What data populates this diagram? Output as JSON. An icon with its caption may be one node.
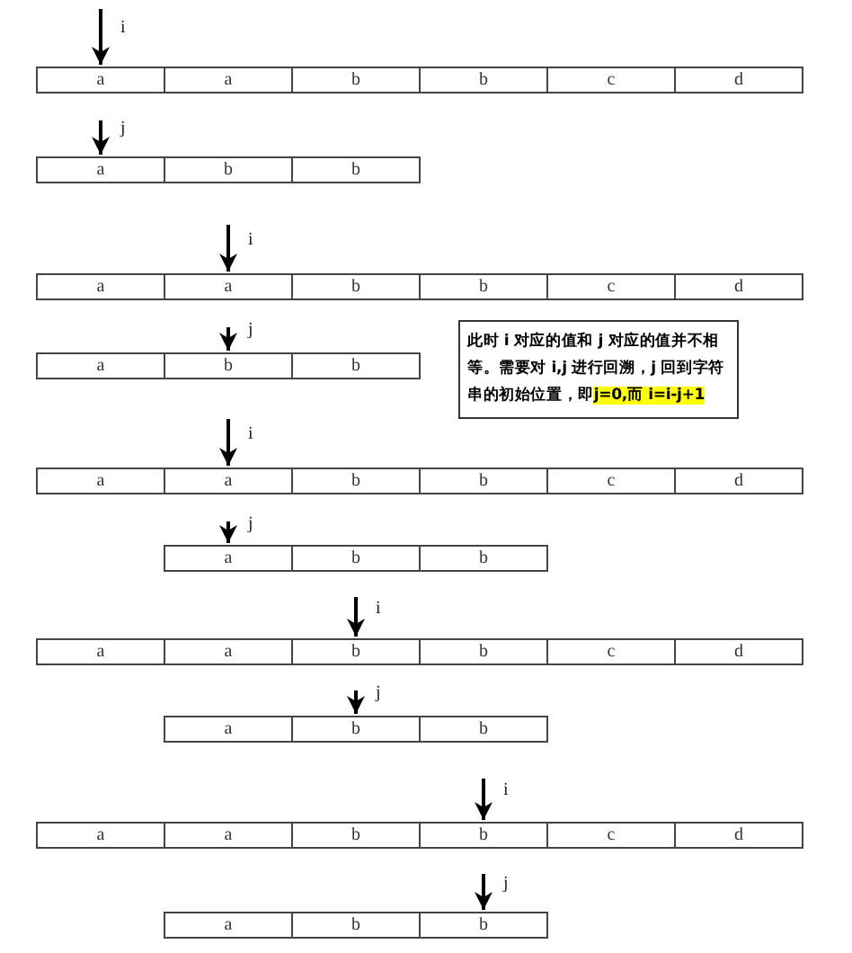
{
  "diagram": {
    "nodes": [
      {
        "text": [
          "a"
        ]
      },
      {
        "text": [
          "a"
        ]
      },
      {
        "text": [
          "b"
        ]
      },
      {
        "text": [
          "b"
        ]
      },
      {
        "text": [
          "c"
        ]
      },
      {
        "text": [
          "d"
        ]
      },
      {
        "text": [
          "a"
        ]
      },
      {
        "text": [
          "b"
        ]
      },
      {
        "text": [
          "b"
        ]
      },
      {
        "text": [
          "a"
        ]
      },
      {
        "text": [
          "a"
        ]
      },
      {
        "text": [
          "b"
        ]
      },
      {
        "text": [
          "b"
        ]
      },
      {
        "text": [
          "c"
        ]
      },
      {
        "text": [
          "d"
        ]
      },
      {
        "text": [
          "a"
        ]
      },
      {
        "text": [
          "b"
        ]
      },
      {
        "text": [
          "b"
        ]
      },
      {
        "text": [
          "a"
        ]
      },
      {
        "text": [
          "a"
        ]
      },
      {
        "text": [
          "b"
        ]
      },
      {
        "text": [
          "b"
        ]
      },
      {
        "text": [
          "c"
        ]
      },
      {
        "text": [
          "d"
        ]
      },
      {
        "text": [
          "a"
        ]
      },
      {
        "text": [
          "b"
        ]
      },
      {
        "text": [
          "b"
        ]
      },
      {
        "text": [
          "a"
        ]
      },
      {
        "text": [
          "a"
        ]
      },
      {
        "text": [
          "b"
        ]
      },
      {
        "text": [
          "b"
        ]
      },
      {
        "text": [
          "c"
        ]
      },
      {
        "text": [
          "d"
        ]
      },
      {
        "text": [
          "a"
        ]
      },
      {
        "text": [
          "b"
        ]
      },
      {
        "text": [
          "b"
        ]
      },
      {
        "text": [
          "a"
        ]
      },
      {
        "text": [
          "a"
        ]
      },
      {
        "text": [
          "b"
        ]
      },
      {
        "text": [
          "b"
        ]
      },
      {
        "text": [
          "c"
        ]
      },
      {
        "text": [
          "d"
        ]
      },
      {
        "text": [
          "a"
        ]
      },
      {
        "text": [
          "b"
        ]
      },
      {
        "text": [
          "b"
        ]
      },
      {
        "text": [
          "此时 i 对应的值和 j 对应的值并不相等。需要对 i,j 进行回溯，j 回到字符串的初始位置，即",
          "j=0,而 i=i-j+1"
        ]
      }
    ],
    "edges": [
      {
        "from": null,
        "to": 0,
        "arrow": "to",
        "label": "i"
      },
      {
        "from": null,
        "to": 6,
        "arrow": "to",
        "label": "j"
      },
      {
        "from": null,
        "to": 10,
        "arrow": "to",
        "label": "i"
      },
      {
        "from": null,
        "to": 16,
        "arrow": "to",
        "label": "j"
      },
      {
        "from": null,
        "to": 19,
        "arrow": "to",
        "label": "i"
      },
      {
        "from": null,
        "to": 24,
        "arrow": "to",
        "label": "j"
      },
      {
        "from": null,
        "to": 29,
        "arrow": "to",
        "label": "i"
      },
      {
        "from": null,
        "to": 34,
        "arrow": "to",
        "label": "j"
      },
      {
        "from": null,
        "to": 39,
        "arrow": "to",
        "label": "i"
      },
      {
        "from": null,
        "to": 44,
        "arrow": "to",
        "label": "j"
      }
    ]
  }
}
